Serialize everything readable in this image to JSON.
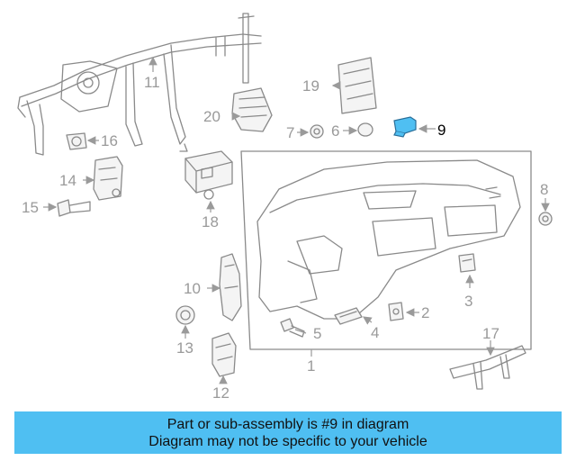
{
  "diagram": {
    "callouts": [
      "1",
      "2",
      "3",
      "4",
      "5",
      "6",
      "7",
      "8",
      "9",
      "10",
      "11",
      "12",
      "13",
      "14",
      "15",
      "16",
      "17",
      "18",
      "19",
      "20"
    ],
    "highlight_part": "9",
    "highlight_color": "#4fbff2"
  },
  "banner": {
    "line1": "Part or sub-assembly is #9 in diagram",
    "line2": "Diagram may not be specific to your vehicle",
    "background": "#4fbff2"
  }
}
